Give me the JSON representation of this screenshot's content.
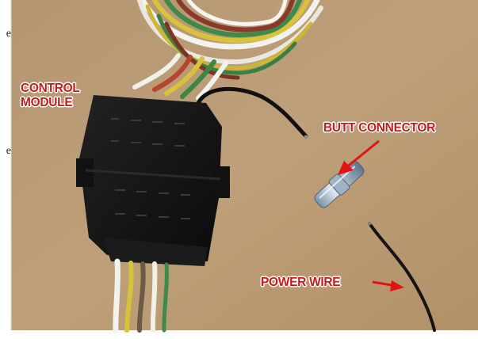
{
  "page_edge_text": [
    "e",
    "e"
  ],
  "labels": {
    "control_module_line1": "CONTROL",
    "control_module_line2": "MODULE",
    "butt_connector": "BUTT CONNECTOR",
    "power_wire": "POWER WIRE"
  },
  "colors": {
    "label_text": "#c61b1b",
    "arrow": "#e01414",
    "background": "#b99a72",
    "module": "#141414"
  }
}
